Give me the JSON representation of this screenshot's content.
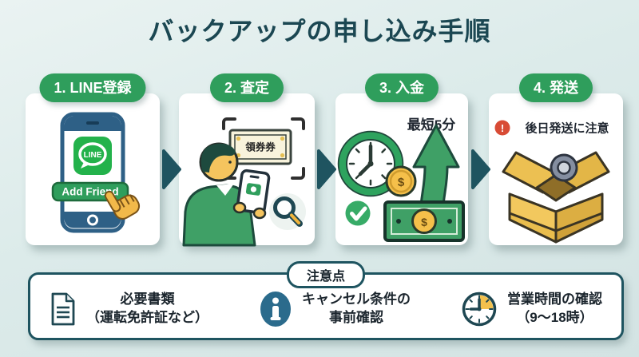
{
  "title": "バックアップの申し込み手順",
  "steps": [
    {
      "badge": "1. LINE登録",
      "illustration": {
        "line_icon_label": "LINE",
        "add_friend_button": "Add Friend"
      }
    },
    {
      "badge": "2. 査定",
      "illustration": {
        "ticket_text": "領券券"
      }
    },
    {
      "badge": "3. 入金",
      "illustration": {
        "time_note": "最短5分",
        "coin_symbol": "$",
        "banknote_symbol": "$"
      }
    },
    {
      "badge": "4. 発送",
      "illustration": {
        "alert_symbol": "!",
        "alert_text": "後日発送に注意"
      }
    }
  ],
  "notes": {
    "title": "注意点",
    "items": [
      {
        "icon": "document-icon",
        "line1": "必要書類",
        "line2": "（運転免許証など）"
      },
      {
        "icon": "info-icon",
        "line1": "キャンセル条件の",
        "line2": "事前確認"
      },
      {
        "icon": "clock-icon",
        "line1": "営業時間の確認",
        "line2": "（9〜18時）"
      }
    ]
  },
  "colors": {
    "background": "#dcebea",
    "title_text": "#1b4752",
    "step_badge_green": "#2f9e5c",
    "arrow_teal": "#1f5460",
    "card_white": "#ffffff",
    "notes_border": "#1e5460",
    "alert_red": "#d84b35",
    "line_green": "#23b24b",
    "coin_gold": "#f5c04a",
    "box_cardboard": "#e9bd4d"
  }
}
